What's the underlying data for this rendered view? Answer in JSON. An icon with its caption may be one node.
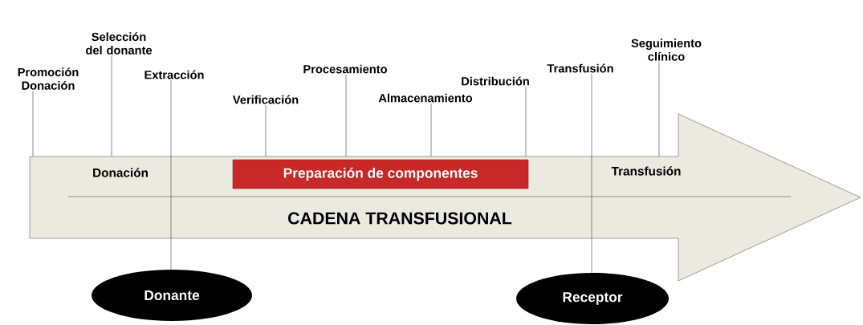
{
  "diagram": {
    "nodes": [
      {
        "text": [
          "Donación",
          "Transfusión",
          "CADENA TRANSFUSIONAL"
        ]
      },
      {
        "text": [
          "Preparación de componentes"
        ],
        "in": 0
      },
      {
        "text": [
          "Promoción Donación"
        ]
      },
      {
        "text": [
          "Selección del donante"
        ]
      },
      {
        "text": [
          "Extracción"
        ]
      },
      {
        "text": [
          "Verificación"
        ]
      },
      {
        "text": [
          "Procesamiento"
        ]
      },
      {
        "text": [
          "Almacenamiento"
        ]
      },
      {
        "text": [
          "Distribución"
        ]
      },
      {
        "text": [
          "Transfusión"
        ]
      },
      {
        "text": [
          "Seguimiento clínico"
        ]
      },
      {
        "text": [
          "Donante"
        ]
      },
      {
        "text": [
          "Receptor"
        ]
      }
    ],
    "edges": [
      {
        "from": 2,
        "to": 0,
        "arrow": "none"
      },
      {
        "from": 3,
        "to": 0,
        "arrow": "none"
      },
      {
        "from": 4,
        "to": 11,
        "arrow": "none"
      },
      {
        "from": 5,
        "to": 0,
        "arrow": "none"
      },
      {
        "from": 6,
        "to": 0,
        "arrow": "none"
      },
      {
        "from": 7,
        "to": 0,
        "arrow": "none"
      },
      {
        "from": 8,
        "to": 0,
        "arrow": "none"
      },
      {
        "from": 9,
        "to": 12,
        "arrow": "none"
      },
      {
        "from": 10,
        "to": 0,
        "arrow": "none"
      }
    ]
  }
}
